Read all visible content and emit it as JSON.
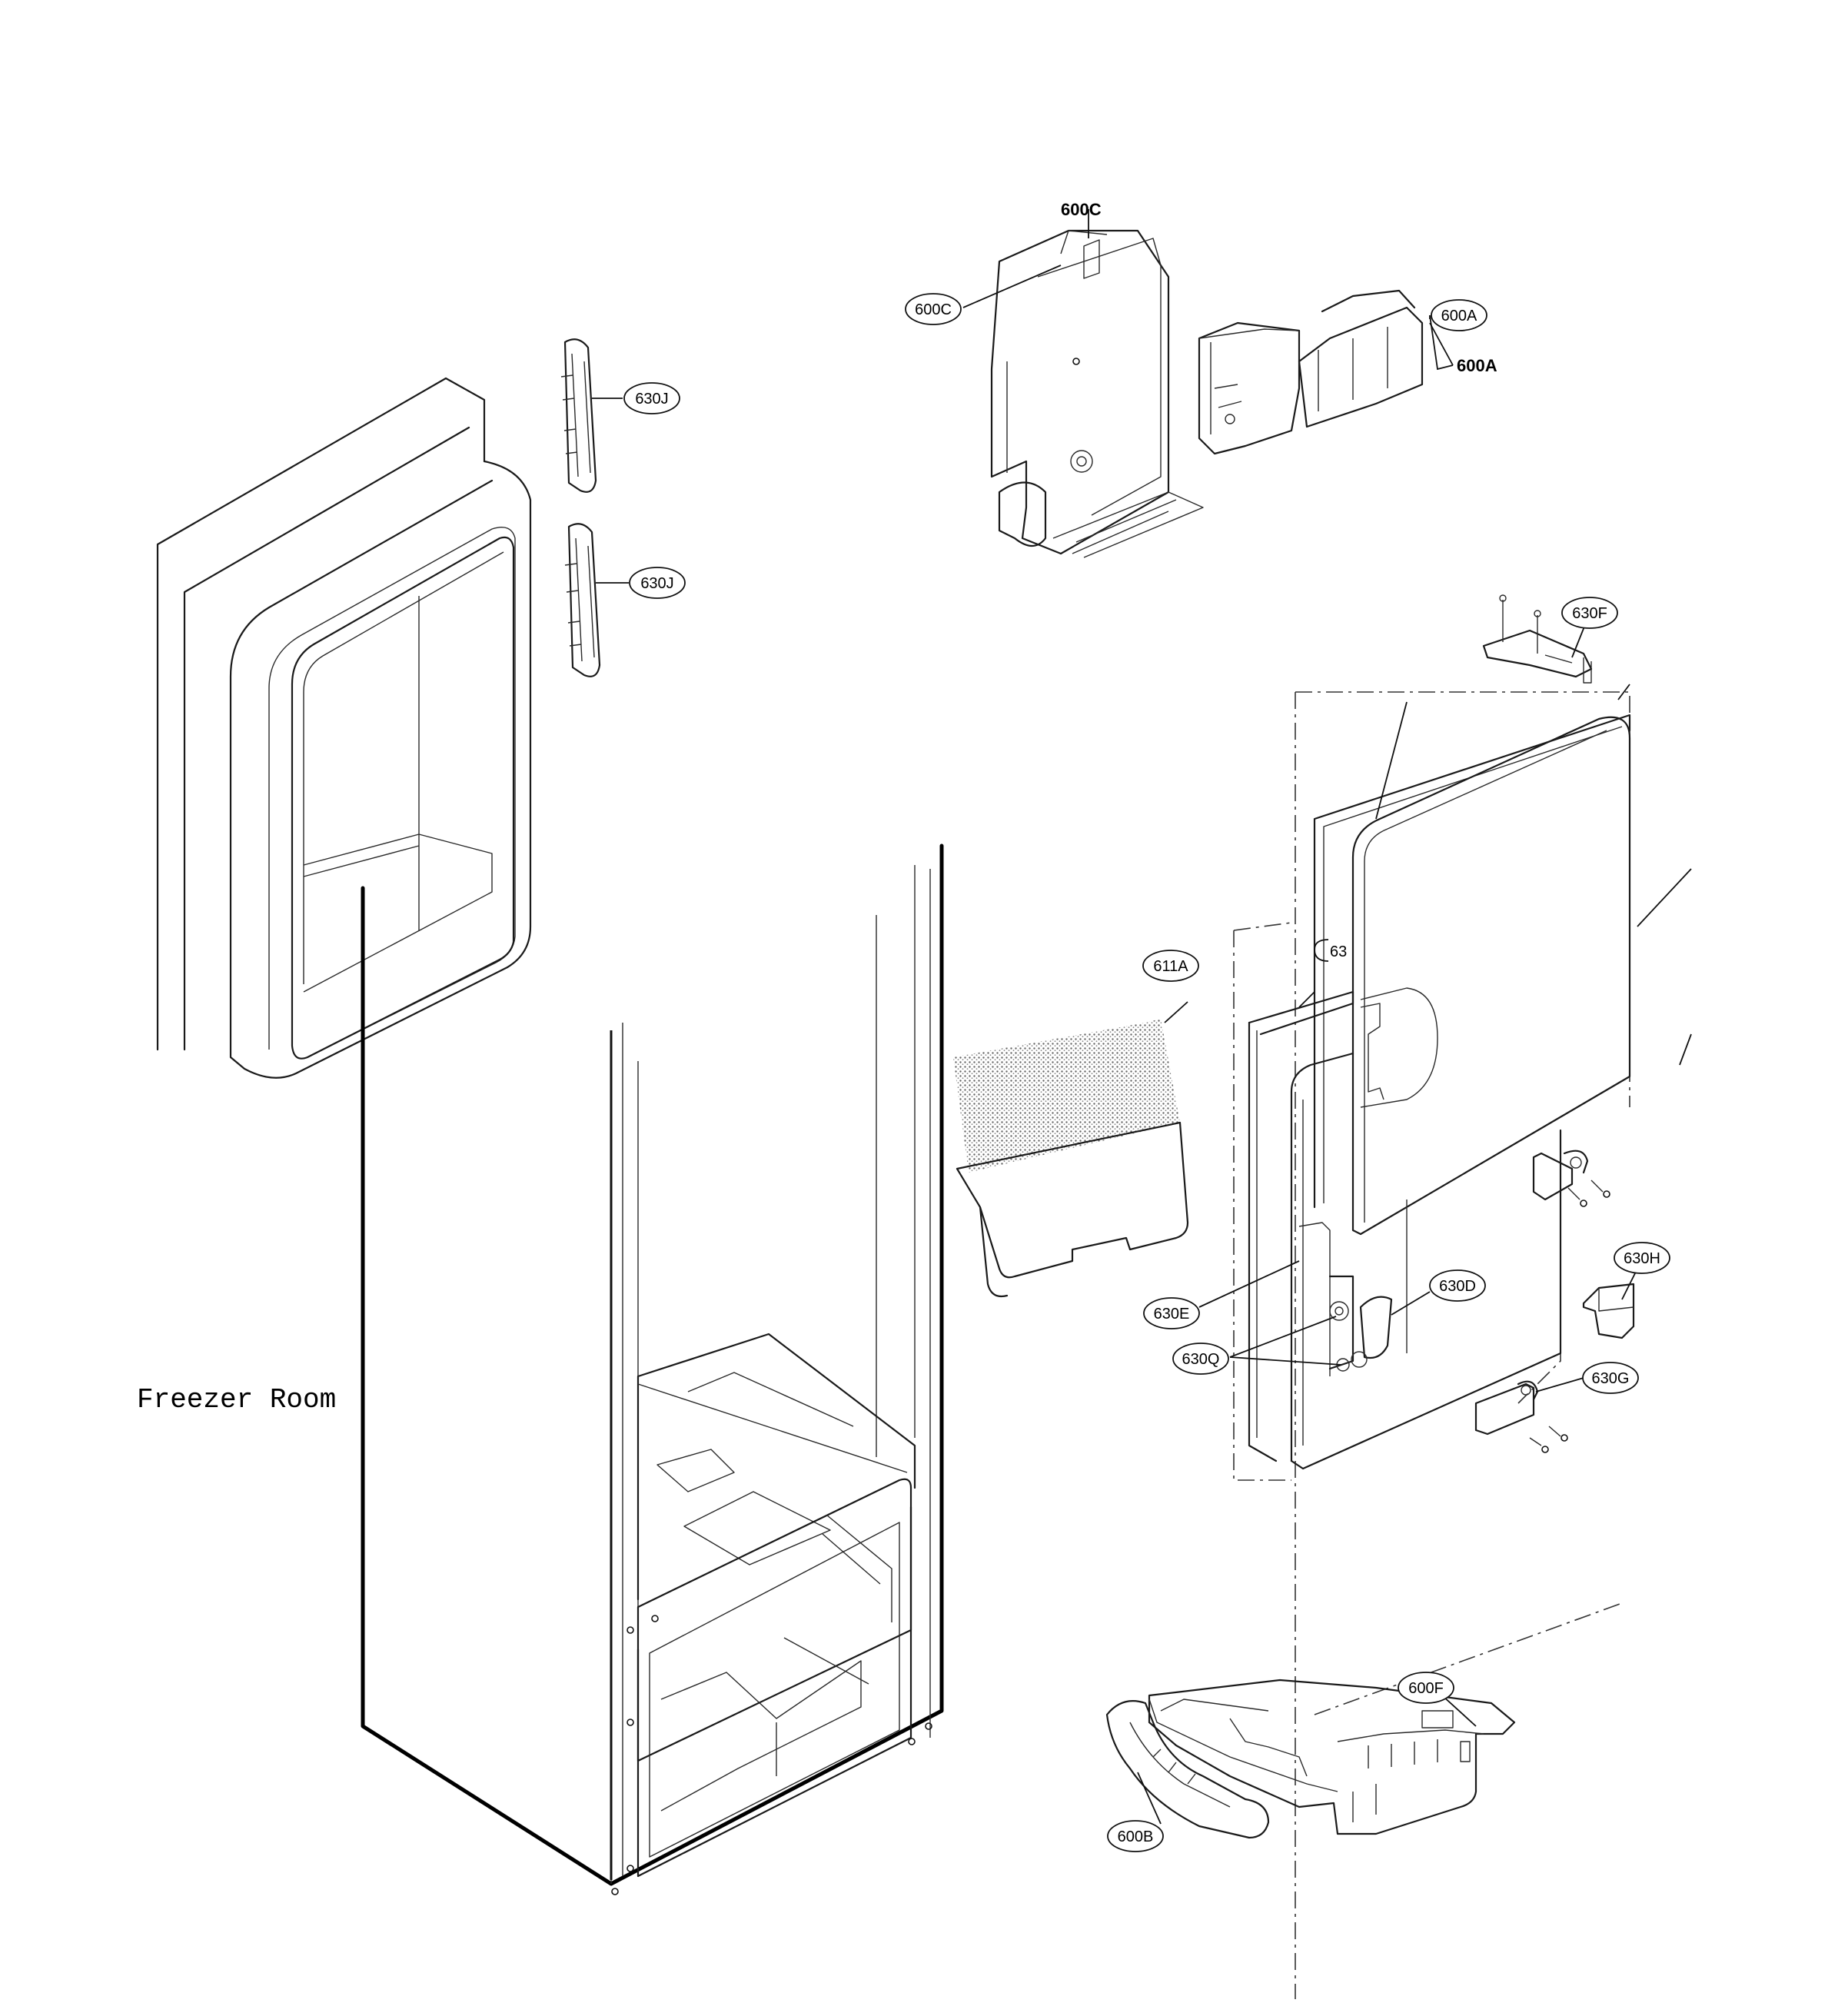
{
  "diagram": {
    "room_label": "Freezer Room",
    "bold_labels": {
      "ice_maker_bracket": "600C",
      "ice_maker_assembly": "600A"
    },
    "callouts": {
      "c600C": "600C",
      "c600A": "600A",
      "c630J_top": "630J",
      "c630J_bottom": "630J",
      "c630F": "630F",
      "c611A": "611A",
      "c630_partial": "63",
      "c630E": "630E",
      "c630D": "630D",
      "c630Q": "630Q",
      "c630H": "630H",
      "c630G": "630G",
      "c600F": "600F",
      "c600B": "600B"
    }
  }
}
